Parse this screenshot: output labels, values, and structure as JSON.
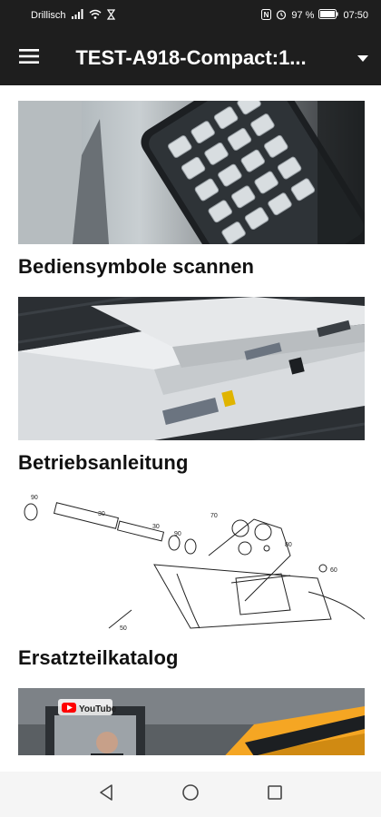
{
  "status_bar": {
    "carrier": "Drillisch",
    "battery": "97 %",
    "time": "07:50"
  },
  "app_bar": {
    "title": "TEST-A918-Compact:1..."
  },
  "cards": [
    {
      "label": "Bediensymbole scannen",
      "image": "remote-keypad-photo"
    },
    {
      "label": "Betriebsanleitung",
      "image": "manuals-photo"
    },
    {
      "label": "Ersatzteilkatalog",
      "image": "parts-drawing"
    },
    {
      "label": "",
      "image": "youtube-video-photo",
      "badge": "YouTube"
    }
  ],
  "part_numbers": [
    "90",
    "30",
    "30",
    "70",
    "90",
    "80",
    "50",
    "60"
  ],
  "colors": {
    "bar": "#1e1e1e",
    "accent": "#f5a623",
    "youtube": "#ff0000"
  },
  "icons": {
    "menu": "hamburger-icon",
    "dropdown": "dropdown-arrow-icon",
    "back": "back-icon",
    "home": "home-icon",
    "recents": "recents-icon"
  }
}
